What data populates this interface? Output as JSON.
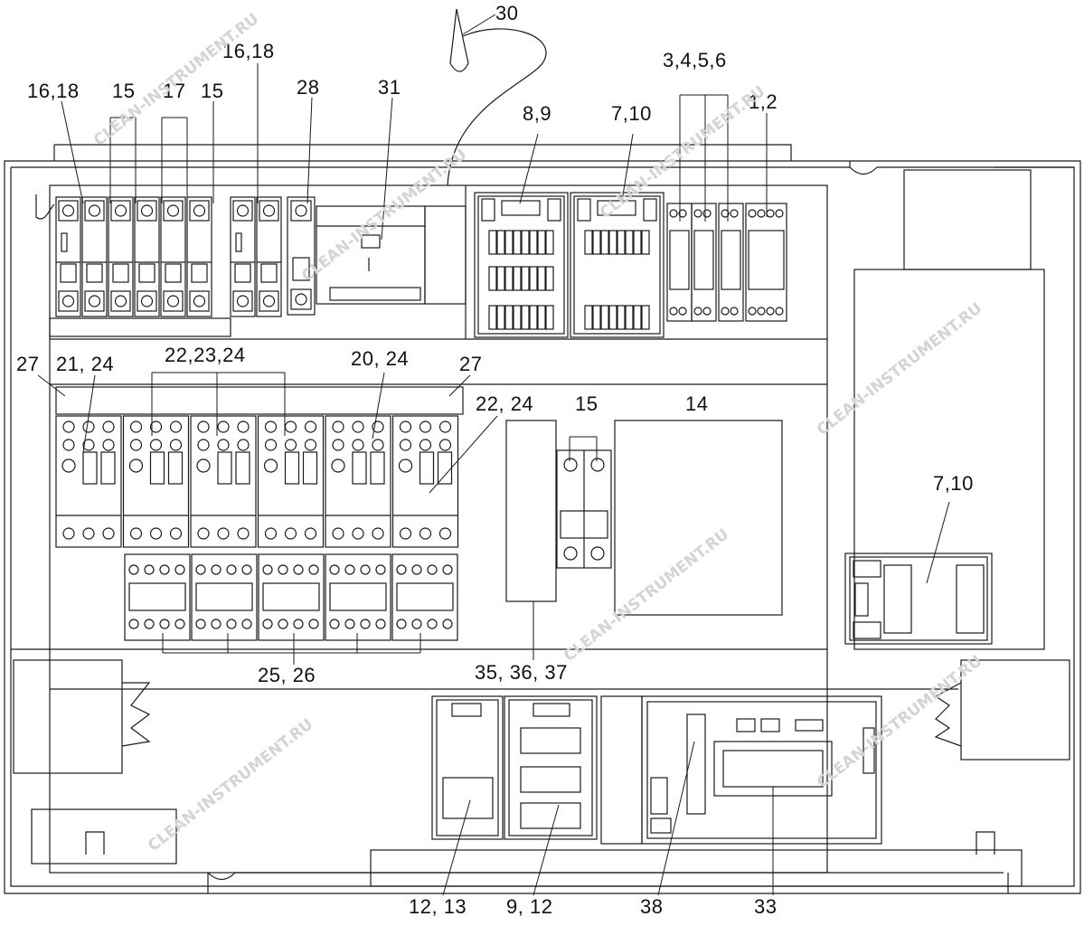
{
  "watermark": "CLEAN-INSTRUMENT.RU",
  "callouts": {
    "c30": "30",
    "c16_18_a": "16,18",
    "c15_a": "15",
    "c17": "17",
    "c15_b": "15",
    "c16_18_b": "16,18",
    "c28": "28",
    "c31": "31",
    "c8_9": "8,9",
    "c7_10_a": "7,10",
    "c3_6": "3,4,5,6",
    "c1_2": "1,2",
    "c27_a": "27",
    "c21_24": "21, 24",
    "c22_23_24": "22,23,24",
    "c20_24": "20, 24",
    "c27_b": "27",
    "c22_24": "22, 24",
    "c15_c": "15",
    "c14": "14",
    "c7_10_b": "7,10",
    "c25_26": "25, 26",
    "c35_37": "35, 36, 37",
    "c12_13": "12, 13",
    "c9_12": "9, 12",
    "c38": "38",
    "c33": "33"
  },
  "colors": {
    "line": "#1a1a1a",
    "background": "#ffffff",
    "watermark": "#d4d4d4"
  }
}
